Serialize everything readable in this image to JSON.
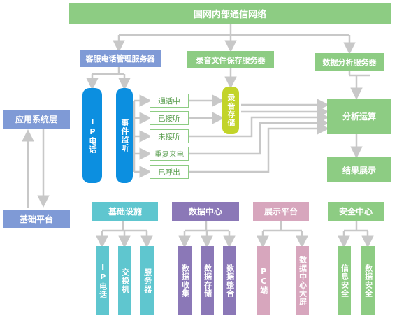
{
  "top": {
    "title": "国网内部通信网络"
  },
  "servers": {
    "customer_phone": "客服电话管理服务器",
    "recording": "录音文件保存服务器",
    "analysis": "数据分析服务器"
  },
  "layers": {
    "app": "应用系统层",
    "base": "基础平台"
  },
  "columns": {
    "ip_phone": "IP电话",
    "event_monitor": "事件监听",
    "record_storage": "录音存储"
  },
  "states": [
    "通话中",
    "已接听",
    "未接听",
    "重复来电",
    "已呼出"
  ],
  "analysis": {
    "compute": "分析运算",
    "result": "结果展示"
  },
  "categories": {
    "infrastructure": {
      "title": "基础设施",
      "items": [
        "IP电话",
        "交换机",
        "服务器"
      ]
    },
    "datacenter": {
      "title": "数据中心",
      "items": [
        "数据收集",
        "数据存储",
        "数据整合"
      ]
    },
    "display": {
      "title": "展示平台",
      "items": [
        "PC端",
        "数据中心大屏"
      ]
    },
    "security": {
      "title": "安全中心",
      "items": [
        "信息安全",
        "数据安全"
      ]
    }
  },
  "colors": {
    "green": "#8dcc83",
    "blue": "#0c8fe0",
    "lime": "#c2d42a",
    "slate": "#7f9ad6",
    "teal": "#5fc6cf",
    "purple": "#8b78b7",
    "pink": "#d7a6bd",
    "arrow": "#c8c8c8"
  }
}
